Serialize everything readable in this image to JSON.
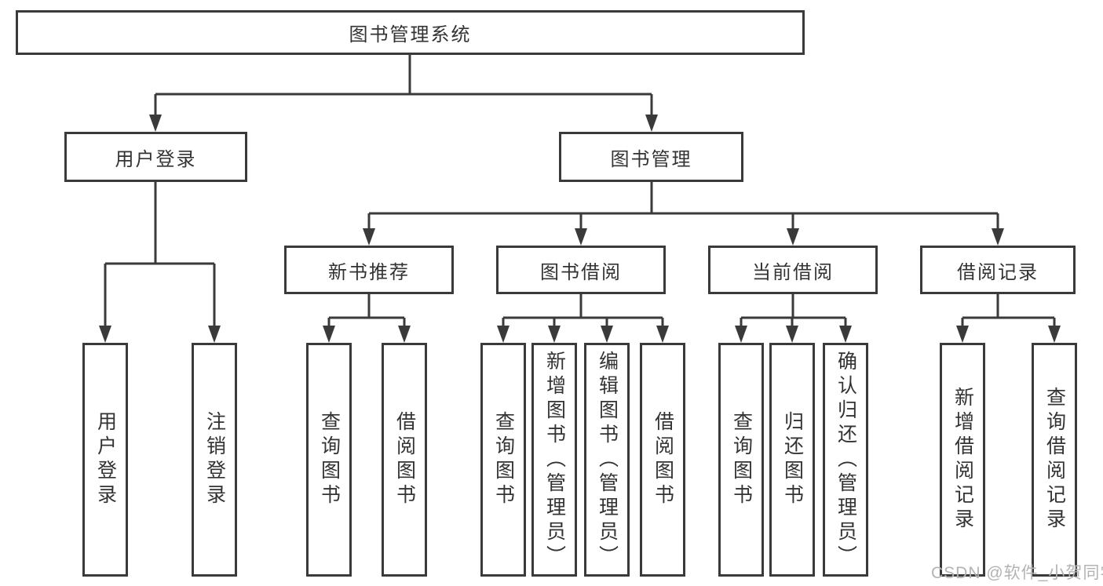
{
  "tree": {
    "label": "图书管理系统",
    "children": [
      {
        "label": "用户登录",
        "children": [
          {
            "label": "用户登录"
          },
          {
            "label": "注销登录"
          }
        ]
      },
      {
        "label": "图书管理",
        "children": [
          {
            "label": "新书推荐",
            "children": [
              {
                "label": "查询图书"
              },
              {
                "label": "借阅图书"
              }
            ]
          },
          {
            "label": "图书借阅",
            "children": [
              {
                "label": "查询图书"
              },
              {
                "label": "新增图书（管理员）"
              },
              {
                "label": "编辑图书（管理员）"
              },
              {
                "label": "借阅图书"
              }
            ]
          },
          {
            "label": "当前借阅",
            "children": [
              {
                "label": "查询图书"
              },
              {
                "label": "归还图书"
              },
              {
                "label": "确认归还（管理员）"
              }
            ]
          },
          {
            "label": "借阅记录",
            "children": [
              {
                "label": "新增借阅记录"
              },
              {
                "label": "查询借阅记录"
              }
            ]
          }
        ]
      }
    ]
  },
  "watermark": {
    "text": "CSDN @软件_小贺同学"
  },
  "colors": {
    "line": "#3a3a3a",
    "box_border": "#3a3a3a",
    "text": "#333333",
    "watermark_text": "#b3b3b3",
    "background": "#ffffff"
  }
}
